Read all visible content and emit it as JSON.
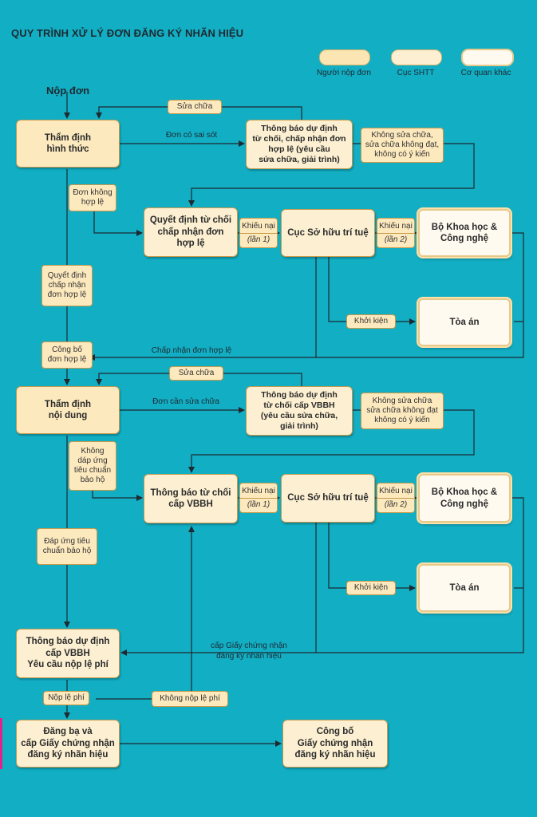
{
  "title": "QUY TRÌNH XỬ LÝ ĐƠN ĐĂNG KÝ NHÃN HIỆU",
  "legend": {
    "applicant": "Người nộp đơn",
    "ip_office": "Cục SHTT",
    "other_agency": "Cơ quan khác"
  },
  "start_label": "Nộp đơn",
  "boxes": {
    "formal_exam": "Thẩm định\nhình thức",
    "notice_refuse_accept": "Thông báo dự định\ntừ chối, chấp nhận đơn\nhợp lệ (yêu cầu\nsửa chữa, giải trình)",
    "decision_refuse_accept": "Quyết định từ chối\nchấp nhận đơn\nhợp lệ",
    "ip_office_1": "Cục Sở hữu trí tuệ",
    "most_1": "Bộ Khoa học &\nCông nghệ",
    "court_1": "Tòa án",
    "substantive_exam": "Thẩm định\nnội dung",
    "notice_refuse_grant": "Thông báo dự định\ntừ chối cấp VBBH\n(yêu cầu sửa chữa,\ngiải trình)",
    "notice_refuse_vbbh": "Thông báo từ chối\ncấp VBBH",
    "ip_office_2": "Cục Sở hữu trí tuệ",
    "most_2": "Bộ Khoa học &\nCông nghệ",
    "court_2": "Tòa án",
    "notice_grant_fee": "Thông báo dự định\ncấp VBBH\nYêu cầu nộp lệ phí",
    "register_issue": "Đăng bạ và\ncấp Giấy chứng nhận\nđăng ký nhãn hiệu",
    "publish_cert": "Công bố\nGiấy chứng nhận\nđăng ký nhãn hiệu"
  },
  "tags": {
    "amend_1": "Sửa chữa",
    "no_amend_1": "Không sửa chữa,\nsửa chữa không đạt,\nkhông có ý kiến",
    "invalid_app": "Đơn không\nhợp lệ",
    "appeal1_top": "Khiếu nại",
    "appeal1_bot": "(lần 1)",
    "appeal2_top": "Khiếu nại",
    "appeal2_bot": "(lần 2)",
    "lawsuit_1": "Khởi kiện",
    "decision_accept": "Quyết định\nchấp nhận\nđơn hợp lệ",
    "publish_app": "Công bố\nđơn hợp lệ",
    "amend_2": "Sửa chữa",
    "no_amend_2": "Không sửa chữa\nsửa chữa không đạt\nkhông có ý kiến",
    "not_meet": "Không\ndáp ứng\ntiêu chuẩn\nbảo hộ",
    "appeal3_top": "Khiếu nại",
    "appeal3_bot": "(lần 1)",
    "appeal4_top": "Khiếu nại",
    "appeal4_bot": "(lần 2)",
    "lawsuit_2": "Khởi kiện",
    "meets": "Đáp ứng tiêu\nchuẩn bảo hộ",
    "fee_paid": "Nộp lệ phí",
    "fee_unpaid": "Không nộp lệ phí"
  },
  "flow_text": {
    "app_has_errors": "Đơn có sai sót",
    "accept_valid": "Chấp nhận đơn hợp lệ",
    "app_needs_fix": "Đơn cần sửa chữa",
    "issue_cert": "cấp Giấy chứng nhận\nđăng ký nhãn hiệu"
  },
  "colors": {
    "background": "#12aec4",
    "box_fill": "#fde9be",
    "line": "#1d2a30",
    "accent": "#e0228a"
  }
}
